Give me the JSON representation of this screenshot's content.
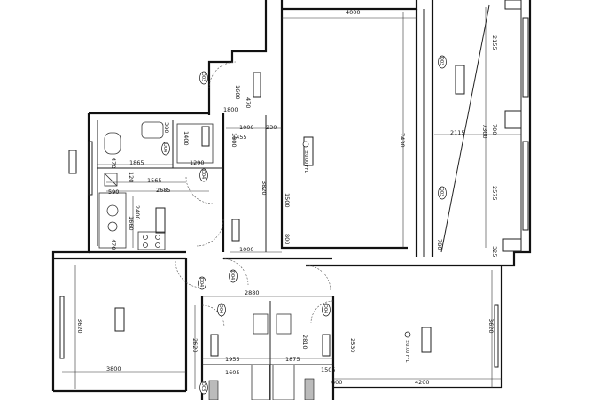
{
  "dimensions": {
    "d4000": "4000",
    "d7430": "7430",
    "d7300": "7300",
    "d2115": "2115",
    "d2155": "2155",
    "d2575": "2575",
    "d700": "700",
    "d780": "780",
    "d325": "325",
    "d1600": "1600",
    "d1800": "1800",
    "d1400": "1400",
    "d1000a": "1000",
    "d230": "230",
    "d1455": "1455",
    "d1000b": "1000",
    "d1865": "1865",
    "d1290": "1290",
    "d1565": "1565",
    "d2685": "2685",
    "d590": "590",
    "d2400": "2400",
    "d1660": "1660",
    "d470a": "470",
    "d470b": "470",
    "d470c": "470",
    "d3820": "3820",
    "d1500": "1500",
    "d800": "800",
    "d1000c": "1000",
    "d2880": "2880",
    "d3620a": "3620",
    "d2620": "2620",
    "d2810": "2810",
    "d2530": "2530",
    "d3620b": "3620",
    "d3800": "3800",
    "d1955": "1955",
    "d1875": "1875",
    "d1505": "1505",
    "d1605": "1605",
    "d600": "600",
    "d4200": "4200",
    "d380": "380",
    "d120": "120"
  },
  "door_tags": [
    "D03",
    "D04",
    "D04",
    "D03",
    "D04",
    "D04",
    "D04",
    "D04",
    "D03",
    "D03"
  ],
  "elevations": {
    "living": "±0.00 FFL",
    "bedroom": "±0.00 FFL"
  }
}
